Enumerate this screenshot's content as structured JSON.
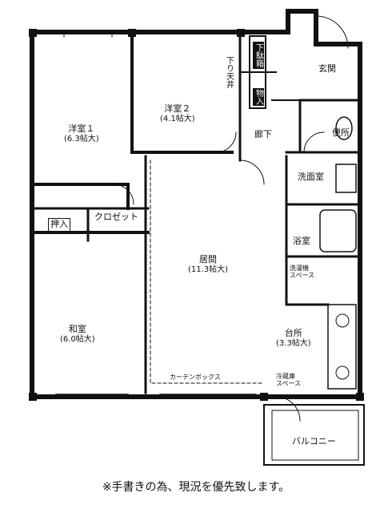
{
  "rooms": {
    "western1": {
      "name": "洋室１",
      "size": "(6.3帖大)"
    },
    "western2": {
      "name": "洋室２",
      "size": "(4.1帖大)"
    },
    "living": {
      "name": "居間",
      "size": "(11.3帖大)"
    },
    "japanese": {
      "name": "和室",
      "size": "(6.0帖大)"
    },
    "kitchen": {
      "name": "台所",
      "size": "(3.3帖大)"
    }
  },
  "labels": {
    "entrance": "玄関",
    "toilet": "便所",
    "corridor": "廊下",
    "washroom": "洗面室",
    "bathroom": "浴室",
    "closet": "クロゼット",
    "oshiire": "押入",
    "shoe_storage": "下駄箱",
    "storage": "物入",
    "ceiling": "下り天井",
    "curtain_box": "カーテンボックス",
    "balcony": "バルコニー",
    "washer_space": "洗濯機\nスペース",
    "fridge_space": "冷蔵庫\nスペース"
  },
  "footnote": "※手書きの為、現況を優先致します。"
}
